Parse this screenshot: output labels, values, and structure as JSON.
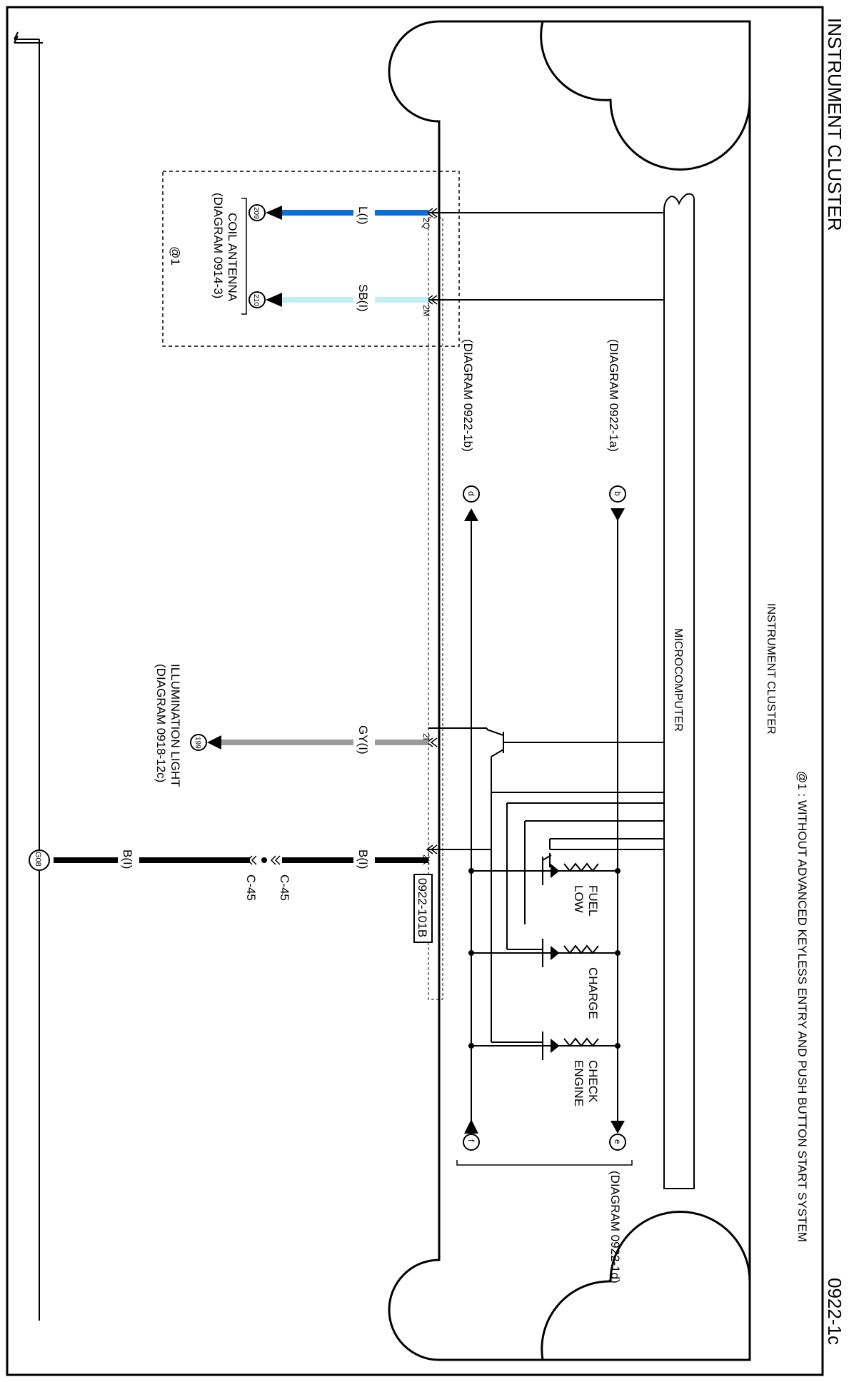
{
  "header": {
    "title": "INSTRUMENT CLUSTER",
    "page_number": "0922-1c",
    "note": "@1 : WITHOUT ADVANCED KEYLESS ENTRY AND PUSH BUTTON START SYSTEM"
  },
  "module": {
    "name": "INSTRUMENT CLUSTER",
    "microcomputer": "MICROCOMPUTER"
  },
  "terminals": {
    "t2q": "2Q",
    "t2m": "2M",
    "t2l": "2L",
    "t2k": "2K"
  },
  "wires": {
    "l": "L(I)",
    "sb": "SB(I)",
    "gy": "GY(I)",
    "b1": "B(I)",
    "b2": "B(I)"
  },
  "colors": {
    "l": "#0a6fd6",
    "sb": "#bfeef5",
    "gy": "#9a9a9a",
    "b": "#000000"
  },
  "connectors": {
    "c45a": "C-45",
    "c45b": "C-45",
    "harness": "0922-101B"
  },
  "destinations": {
    "n209": "209",
    "n210": "210",
    "n199": "199",
    "g08": "G08",
    "coil_line1": "COIL ANTENNA",
    "coil_line2": "(DIAGRAM 0914-3)",
    "illum_line1": "ILLUMINATION LIGHT",
    "illum_line2": "(DIAGRAM 0918-12c)",
    "option_tag": "@1"
  },
  "references": {
    "b": "b",
    "b_diag": "(DIAGRAM 0922-1a)",
    "d": "d",
    "d_diag": "(DIAGRAM 0922-1b)",
    "e": "e",
    "f": "f",
    "ef_diag": "(DIAGRAM  0922-1d)"
  },
  "lamps": {
    "fuel_1": "FUEL",
    "fuel_2": "LOW",
    "charge": "CHARGE",
    "check_1": "CHECK",
    "check_2": "ENGINE"
  }
}
